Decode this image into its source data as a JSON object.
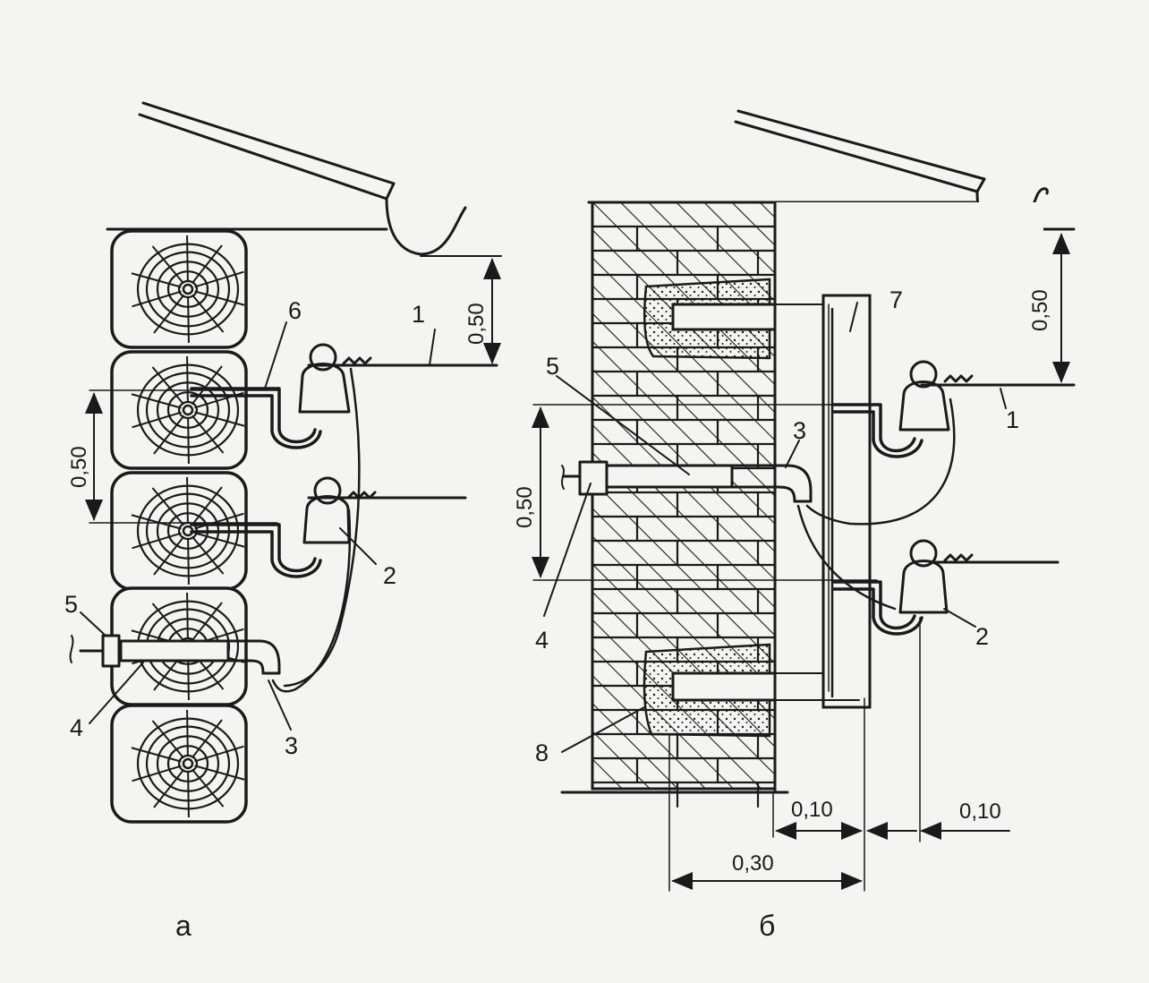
{
  "figure": {
    "panel_a": {
      "caption": "а",
      "callouts": [
        "1",
        "2",
        "3",
        "4",
        "5",
        "6"
      ],
      "dimensions": [
        "0,50",
        "0,50"
      ]
    },
    "panel_b": {
      "caption": "б",
      "callouts": [
        "1",
        "2",
        "3",
        "4",
        "5",
        "7",
        "8"
      ],
      "dimensions": [
        "0,50",
        "0,50",
        "0,10",
        "0,10",
        "0,30"
      ]
    }
  },
  "colors": {
    "ink": "#1a1a1a",
    "paper": "#f4f4f2",
    "mortar_dots": "#1a1a1a"
  }
}
